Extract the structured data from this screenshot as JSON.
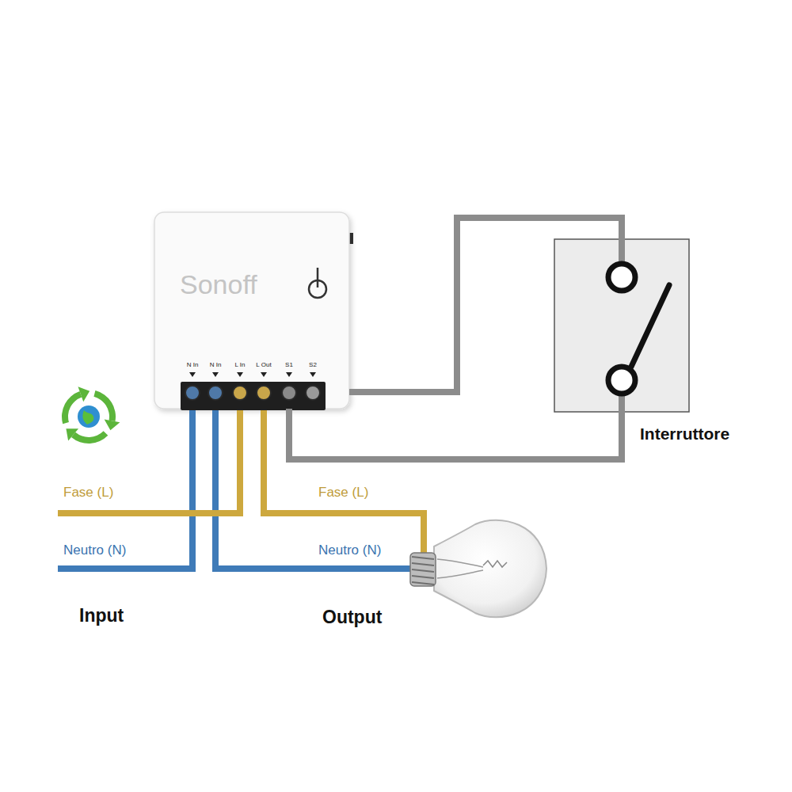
{
  "diagram": {
    "nodes": [
      {
        "text": [
          "Sonoff"
        ]
      },
      {
        "text": [
          "Interruttore"
        ]
      }
    ],
    "edges": [
      {
        "from": 0,
        "to": 1,
        "arrow": "none"
      },
      {
        "from": 0,
        "to": 1,
        "arrow": "none"
      }
    ],
    "labels": [
      "N In",
      "N In",
      "L In",
      "L Out",
      "S1",
      "S2",
      "Fase (L)",
      "Neutro (N)",
      "Fase (L)",
      "Neutro (N)",
      "Input",
      "Output"
    ]
  }
}
